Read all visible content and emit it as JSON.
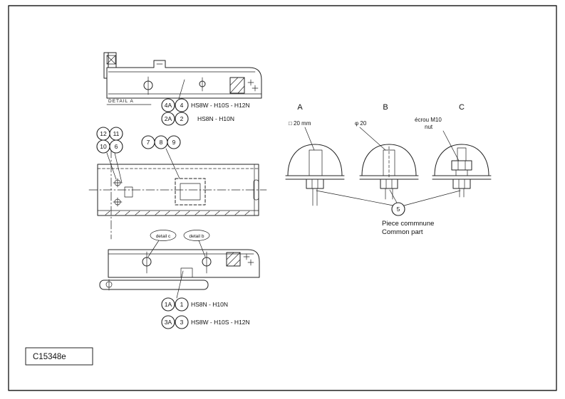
{
  "drawing_code": "C15348e",
  "top_view": {
    "detail_label": "DETAIL A",
    "rows": [
      {
        "callout_a": "4A",
        "callout_b": "4",
        "label": "HS8W - H10S - H12N"
      },
      {
        "callout_a": "2A",
        "callout_b": "2",
        "label": "HS8N - H10N"
      }
    ]
  },
  "plan_view": {
    "callouts_left": [
      "12",
      "11",
      "10",
      "6"
    ],
    "callouts_top": [
      "7",
      "8",
      "9"
    ]
  },
  "bottom_view": {
    "detail_c_label": "detail c",
    "detail_b_label": "detail b",
    "rows": [
      {
        "callout_a": "1A",
        "callout_b": "1",
        "label": "HS8N - H10N"
      },
      {
        "callout_a": "3A",
        "callout_b": "3",
        "label": "HS8W - H10S - H12N"
      }
    ]
  },
  "fastener_details": {
    "section_a": {
      "letter": "A",
      "label": "□ 20 mm"
    },
    "section_b": {
      "letter": "B",
      "label": "φ 20"
    },
    "section_c": {
      "letter": "C",
      "label_line1": "écrou M10",
      "label_line2": "nut"
    },
    "common_callout": "5",
    "common_label_fr": "Piece commnune",
    "common_label_en": "Common part"
  }
}
